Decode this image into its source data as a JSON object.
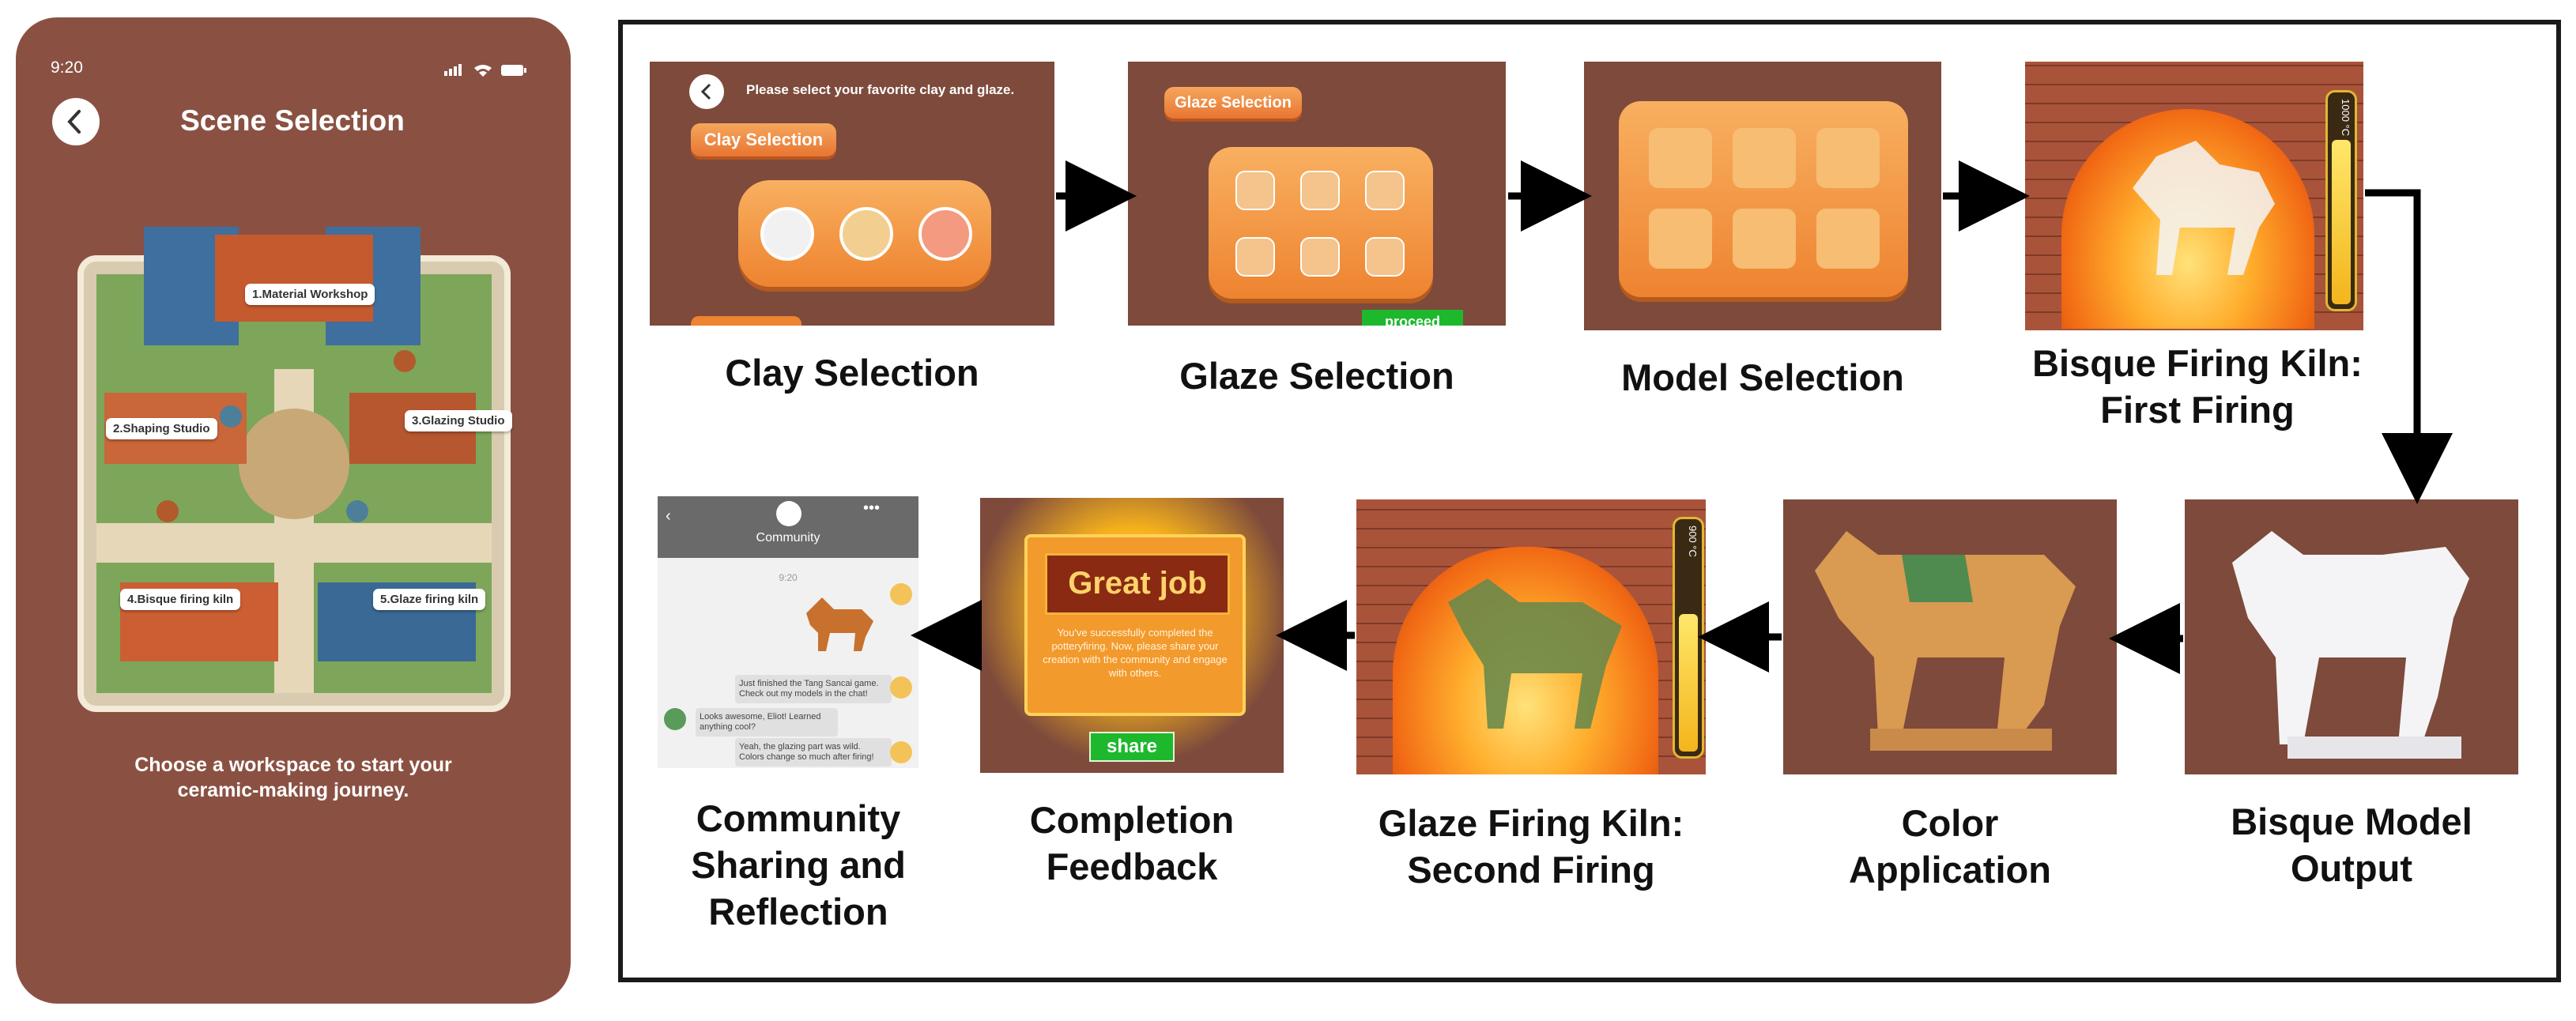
{
  "phone": {
    "status_time": "9:20",
    "title": "Scene Selection",
    "caption_line1": "Choose a workspace to start your",
    "caption_line2": "ceramic-making journey.",
    "map_labels": [
      "1.Material Workshop",
      "2.Shaping Studio",
      "3.Glazing Studio",
      "4.Bisque firing kiln",
      "5.Glaze firing kiln"
    ]
  },
  "steps": {
    "clay": {
      "label": "Clay Selection",
      "prompt": "Please select your favorite clay and glaze.",
      "button": "Clay Selection"
    },
    "glaze": {
      "label": "Glaze Selection",
      "button": "Glaze Selection",
      "confirm": "proceed"
    },
    "model": {
      "label": "Model Selection"
    },
    "bisque_kiln": {
      "label_line1": "Bisque Firing Kiln:",
      "label_line2": "First Firing",
      "gauge_text": "1000 °C"
    },
    "bisque_output": {
      "label_line1": "Bisque Model",
      "label_line2": "Output"
    },
    "color": {
      "label_line1": "Color",
      "label_line2": "Application"
    },
    "glaze_kiln": {
      "label_line1": "Glaze Firing Kiln:",
      "label_line2": "Second Firing",
      "gauge_text": "900 °C"
    },
    "completion": {
      "label_line1": "Completion",
      "label_line2": "Feedback",
      "banner": "Great job",
      "message": "You've successfully completed the potteryfiring. Now, please share your creation with the community and engage with others.",
      "share": "share"
    },
    "community": {
      "label_line1": "Community",
      "label_line2": "Sharing and",
      "label_line3": "Reflection",
      "header": "Community",
      "time": "9:20",
      "msg1": "Just finished the Tang Sancai game. Check out my models in the chat!",
      "msg2": "Looks awesome, Eliot! Learned anything cool?",
      "msg3": "Yeah, the glazing part was wild. Colors change so much after firing!"
    }
  },
  "colors": {
    "panel_brown": "#8a5143",
    "shot_brown": "#7d4a3c",
    "accent_orange": "#ee8330",
    "share_green": "#1eb82d",
    "frame_black": "#1a1a1a"
  }
}
